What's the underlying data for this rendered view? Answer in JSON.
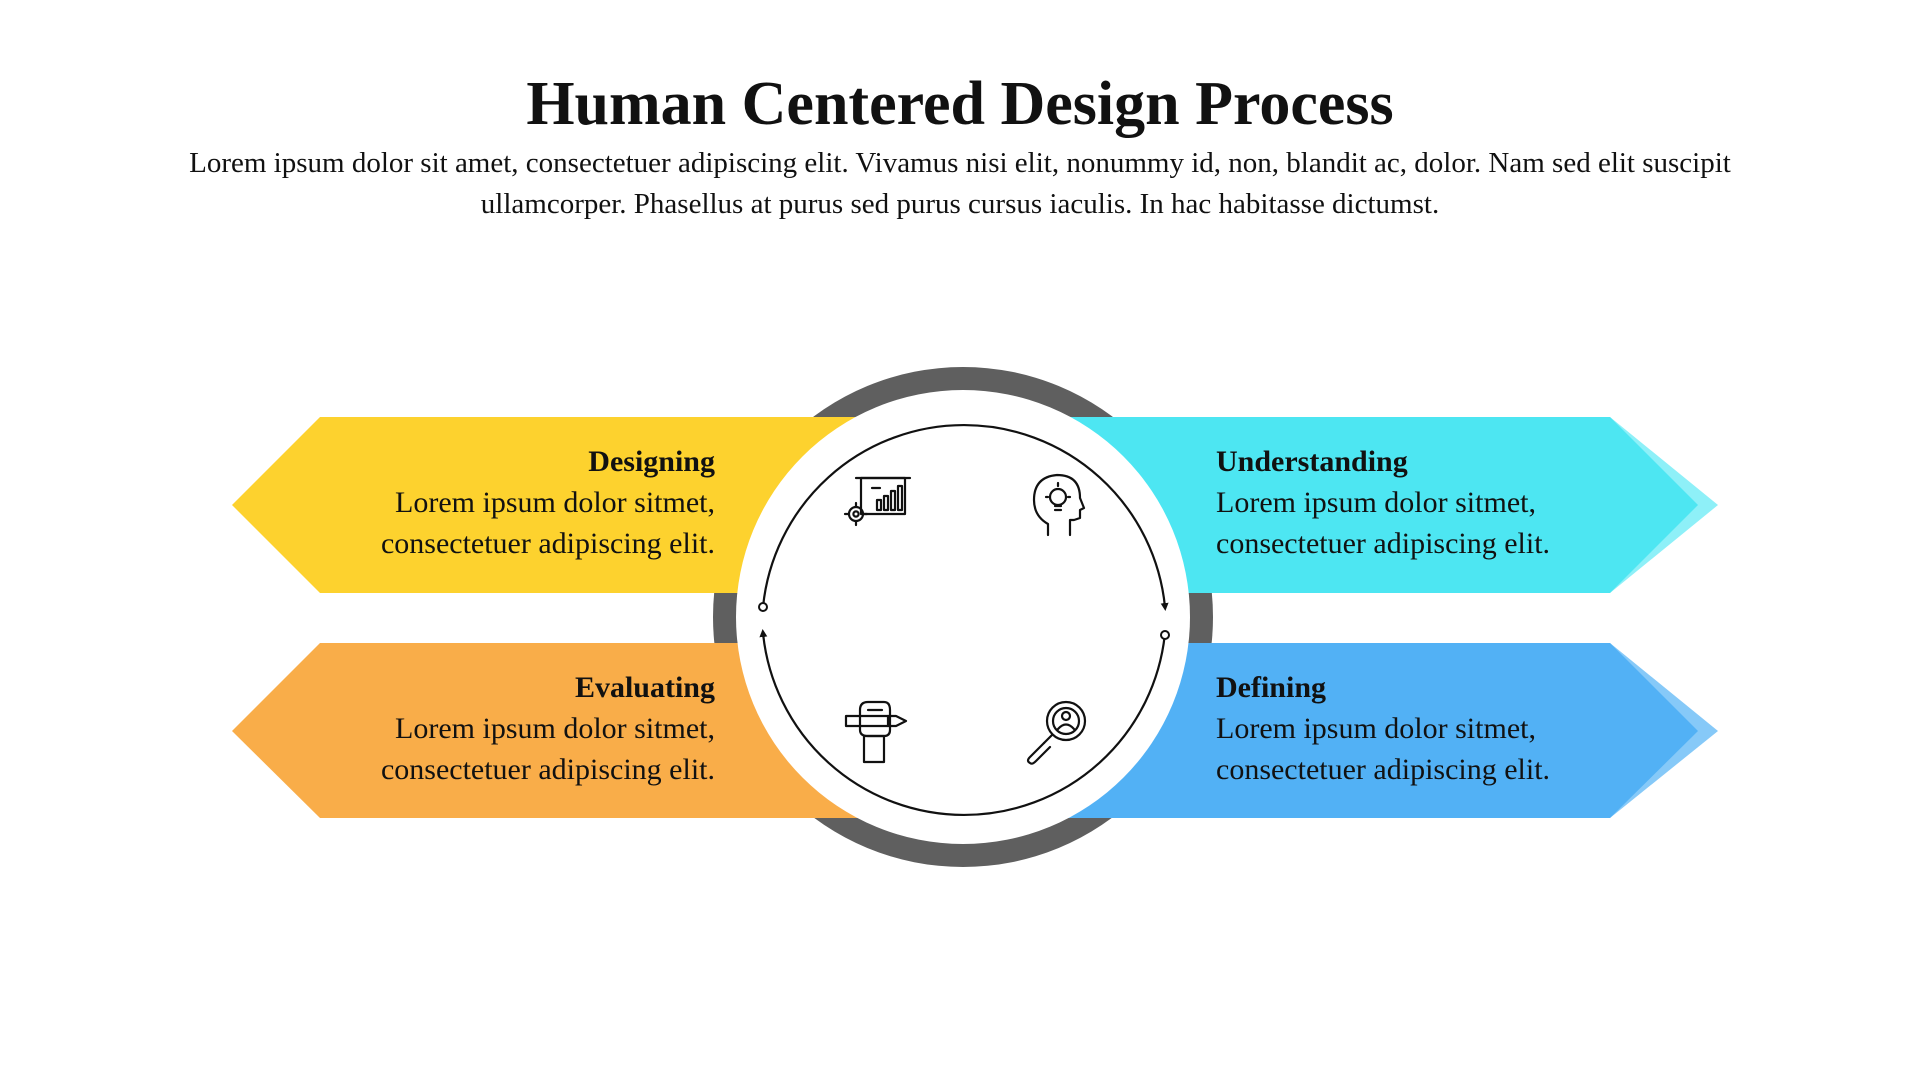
{
  "title": "Human Centered Design Process",
  "subtitle": "Lorem ipsum dolor sit amet, consectetuer adipiscing elit. Vivamus nisi elit, nonummy id, non, blandit ac, dolor. Nam sed elit suscipit ullamcorper. Phasellus at purus sed purus cursus iaculis. In hac habitasse dictumst.",
  "colors": {
    "designing": "#FDD22E",
    "evaluating": "#F9AD49",
    "understanding": "#4DE6F2",
    "understanding_edge": "#8EF0F8",
    "defining": "#52B1F5",
    "defining_edge": "#86C9F8",
    "ring": "#5F5F5F"
  },
  "steps": {
    "designing": {
      "heading": "Designing",
      "text": "Lorem ipsum dolor sitmet, consectetuer adipiscing elit.",
      "icon": "presentation-chart-gear-icon"
    },
    "understanding": {
      "heading": "Understanding",
      "text": "Lorem ipsum dolor sitmet, consectetuer adipiscing elit.",
      "icon": "head-lightbulb-icon"
    },
    "evaluating": {
      "heading": "Evaluating",
      "text": "Lorem ipsum dolor sitmet, consectetuer adipiscing elit.",
      "icon": "hand-holding-pencil-icon"
    },
    "defining": {
      "heading": "Defining",
      "text": "Lorem ipsum dolor sitmet, consectetuer adipiscing elit.",
      "icon": "magnifier-user-icon"
    }
  }
}
